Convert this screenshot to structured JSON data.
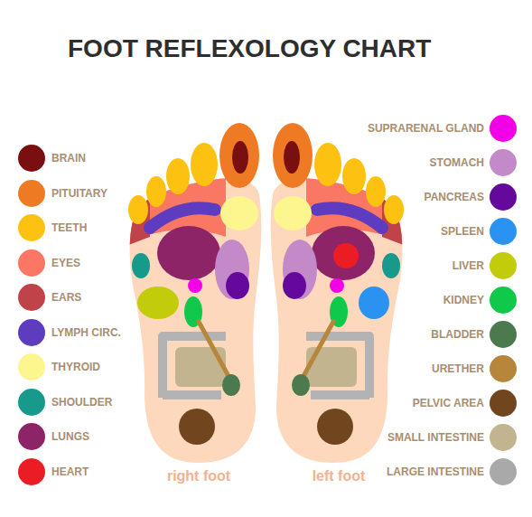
{
  "diagram": {
    "title": "FOOT REFLEXOLOGY CHART",
    "labels": [
      "right foot",
      "left foot"
    ],
    "legend": [
      {
        "text": "BRAIN",
        "color": "#7a0f12"
      },
      {
        "text": "PITUITARY",
        "color": "#ee7a24"
      },
      {
        "text": "TEETH",
        "color": "#fdc111"
      },
      {
        "text": "EYES",
        "color": "#f97763"
      },
      {
        "text": "EARS",
        "color": "#c0434a"
      },
      {
        "text": "LYMPH CIRC.",
        "color": "#5d3cbf"
      },
      {
        "text": "THYROID",
        "color": "#fdf68f"
      },
      {
        "text": "SHOULDER",
        "color": "#17998c"
      },
      {
        "text": "LUNGS",
        "color": "#8e2468"
      },
      {
        "text": "HEART",
        "color": "#ec1c24"
      },
      {
        "text": "SUPRARENAL GLAND",
        "color": "#f200e8"
      },
      {
        "text": "STOMACH",
        "color": "#c389c8"
      },
      {
        "text": "PANCREAS",
        "color": "#65099c"
      },
      {
        "text": "SPLEEN",
        "color": "#2a92f0"
      },
      {
        "text": "LIVER",
        "color": "#c2cc0a"
      },
      {
        "text": "KIDNEY",
        "color": "#10c94a"
      },
      {
        "text": "BLADDER",
        "color": "#4a7a4e"
      },
      {
        "text": "URETHER",
        "color": "#b7863a"
      },
      {
        "text": "PELVIC AREA",
        "color": "#71461f"
      },
      {
        "text": "SMALL INTESTINE",
        "color": "#c2b48e"
      },
      {
        "text": "LARGE INTESTINE",
        "color": "#a9a9a9"
      }
    ]
  }
}
